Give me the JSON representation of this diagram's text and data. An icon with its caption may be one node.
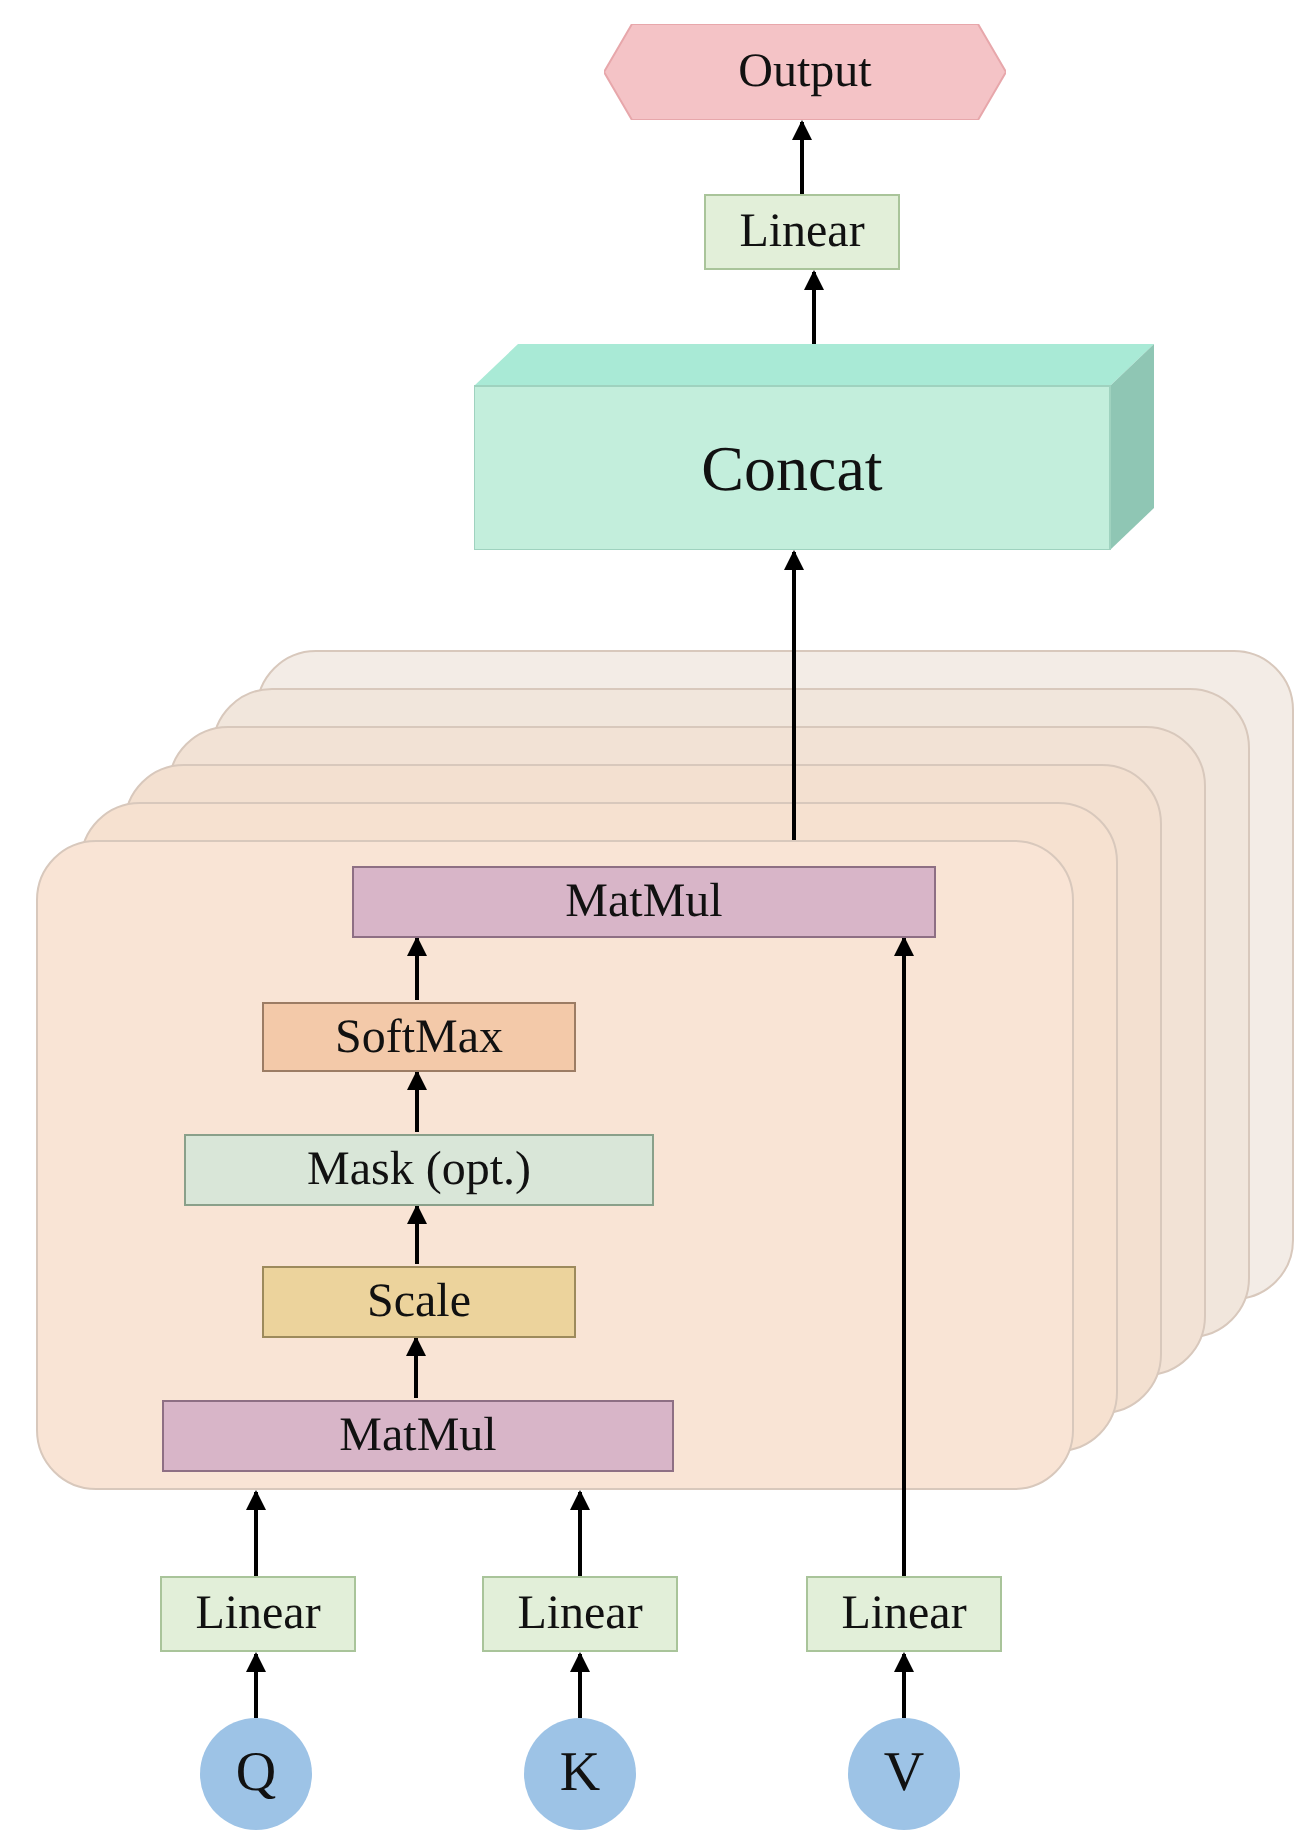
{
  "diagram": {
    "nodes": [
      {
        "text": [
          "Output"
        ]
      },
      {
        "text": [
          "Linear"
        ]
      },
      {
        "text": [
          "Concat"
        ]
      },
      {
        "text": [],
        "shape": "box"
      },
      {
        "text": [
          "MatMul"
        ],
        "in": 3
      },
      {
        "text": [
          "SoftMax"
        ],
        "in": 3
      },
      {
        "text": [
          "Mask (opt.)"
        ],
        "in": 3
      },
      {
        "text": [
          "Scale"
        ],
        "in": 3
      },
      {
        "text": [
          "MatMul"
        ],
        "in": 3
      },
      {
        "text": [
          "Linear"
        ]
      },
      {
        "text": [
          "Linear"
        ]
      },
      {
        "text": [
          "Linear"
        ]
      },
      {
        "text": [
          "Q"
        ]
      },
      {
        "text": [
          "K"
        ]
      },
      {
        "text": [
          "V"
        ]
      }
    ],
    "edges": [
      {
        "from": 12,
        "to": 9,
        "arrow": "to"
      },
      {
        "from": 13,
        "to": 10,
        "arrow": "to"
      },
      {
        "from": 14,
        "to": 11,
        "arrow": "to"
      },
      {
        "from": 9,
        "to": 3,
        "arrow": "to"
      },
      {
        "from": 10,
        "to": 3,
        "arrow": "to"
      },
      {
        "from": 11,
        "to": 4,
        "arrow": "to"
      },
      {
        "from": 8,
        "to": 7,
        "arrow": "to"
      },
      {
        "from": 7,
        "to": 6,
        "arrow": "to"
      },
      {
        "from": 6,
        "to": 5,
        "arrow": "to"
      },
      {
        "from": 5,
        "to": 4,
        "arrow": "to"
      },
      {
        "from": 3,
        "to": 2,
        "arrow": "to"
      },
      {
        "from": 2,
        "to": 1,
        "arrow": "to"
      },
      {
        "from": 1,
        "to": 0,
        "arrow": "to"
      }
    ]
  }
}
